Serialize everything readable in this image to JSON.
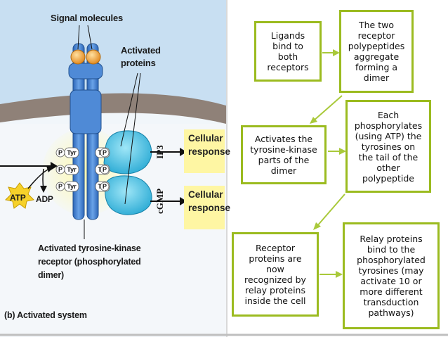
{
  "diagram": {
    "labels": {
      "signal_molecules": "Signal molecules",
      "activated_proteins_line1": "Activated",
      "activated_proteins_line2": "proteins",
      "atp": "ATP",
      "adp": "ADP",
      "tyr": "Tyr",
      "p": "P",
      "ip3": "IP3",
      "cgmp": "cGMP",
      "cellular_response_line1": "Cellular",
      "cellular_response_line2": "response",
      "receptor_caption_line1": "Activated tyrosine-kinase",
      "receptor_caption_line2": "receptor (phosphorylated",
      "receptor_caption_line3": "dimer)",
      "panel_caption": "(b) Activated system"
    },
    "steps": [
      {
        "lines": [
          "Ligands",
          "bind to",
          "both",
          "receptors"
        ]
      },
      {
        "lines": [
          "The two",
          "receptor",
          "polypeptides",
          "aggregate",
          "forming a",
          "dimer"
        ]
      },
      {
        "lines": [
          "Activates the",
          "tyrosine-kinase",
          "parts of the",
          "dimer"
        ]
      },
      {
        "lines": [
          "Each",
          "phosphorylates",
          "(using ATP) the",
          "tyrosines on",
          "the tail of the",
          "other",
          "polypeptide"
        ]
      },
      {
        "lines": [
          "Receptor",
          "proteins are",
          "now",
          "recognized by",
          "relay proteins",
          "inside the cell"
        ]
      },
      {
        "lines": [
          "Relay proteins",
          "bind to the",
          "phosphorylated",
          "tyrosines (may",
          "activate 10 or",
          "more different",
          "transduction",
          "pathways)"
        ]
      }
    ],
    "colors": {
      "box_border": "#9bbb1f",
      "arrow": "#a9c93a",
      "receptor": "#3f7fd0",
      "relay_protein": "#3fbde0",
      "ligand": "#f0a53a",
      "response_bg": "#fef6a3",
      "atp_star": "#f6d12a",
      "membrane": "#8f8178",
      "cytoplasm": "#f1f6fa",
      "extracellular": "#c8dff2"
    }
  }
}
